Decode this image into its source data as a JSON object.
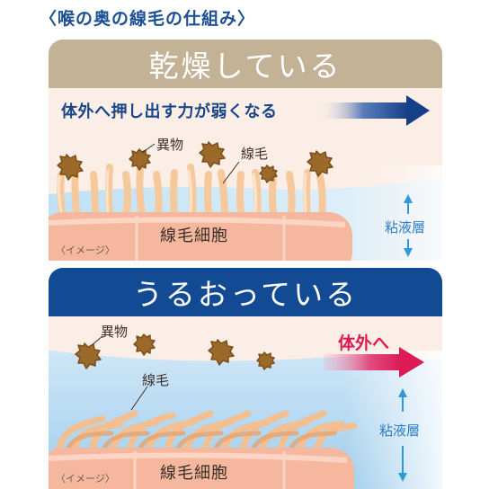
{
  "title": "〈喉の奥の線毛の仕組み〉",
  "dry": {
    "header": "乾燥している",
    "push_text": "体外へ押し出す力が弱くなる",
    "foreign_label": "異物",
    "cilia_label": "線毛",
    "cell_label": "線毛細胞",
    "mucus_label": "粘液層",
    "image_note": "〈イメージ〉"
  },
  "wet": {
    "header": "うるおっている",
    "direction_text": "体外へ",
    "foreign_label": "異物",
    "cilia_label": "線毛",
    "cell_label": "線毛細胞",
    "mucus_label": "粘液層",
    "image_note": "〈イメージ〉"
  },
  "colors": {
    "title": "#1c4f93",
    "dry_header": "#c3b296",
    "wet_header": "#134a94",
    "push_text": "#1a4588",
    "direction_arrow": "#dc1a56",
    "mucus": "#cfe6f7",
    "cilia": "#f6c99c",
    "foreign": "#9b6a2a"
  }
}
